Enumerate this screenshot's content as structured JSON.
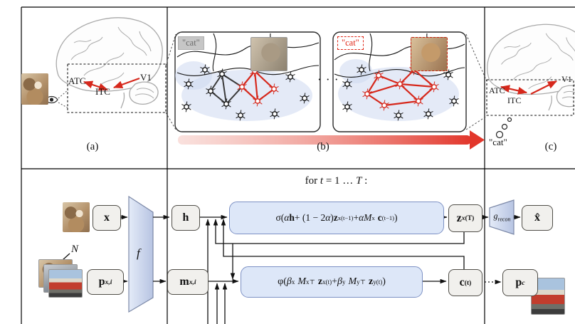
{
  "panel_a": {
    "label": "(a)",
    "atc": "ATC",
    "itc": "ITC",
    "v1": "V1"
  },
  "panel_b": {
    "label": "(b)",
    "tag1": "\"cat\"",
    "tag2": "\"cat\"",
    "dots": "· · ·"
  },
  "panel_c": {
    "label": "(c)",
    "atc": "ATC",
    "itc": "ITC",
    "v1": "V1",
    "speech": "\"cat\""
  },
  "flow": {
    "for_loop": [
      "for ",
      "t",
      " = 1 … ",
      "T",
      " :"
    ],
    "n": "N",
    "x": "x",
    "h": "h",
    "f": "f",
    "xhat": "x̂",
    "p": {
      "main": "p",
      "sub": "x,i"
    },
    "m": {
      "main": "m",
      "sub": "x,i"
    },
    "z": {
      "main": "z",
      "sub": "x",
      "sup": "(T)"
    },
    "c": {
      "main": "c",
      "sup": "(t)"
    },
    "g": {
      "main": "g",
      "sub": "recon"
    },
    "pc": {
      "main": "p",
      "sub": "c"
    },
    "eq1": [
      "σ(",
      "α",
      "h",
      " + (1 − 2",
      "α",
      ")",
      "z",
      "x",
      "(t−1)",
      " + ",
      "α",
      "M",
      "x",
      "c",
      "(t−1)",
      ")"
    ],
    "eq2": [
      "φ(",
      "β",
      "x",
      "M",
      "x",
      "⊤",
      "z",
      "x",
      "(t)",
      " + ",
      "β",
      "y",
      "M",
      "y",
      "⊤",
      "z",
      "y",
      "(t)",
      ")"
    ]
  },
  "colors": {
    "accent_red": "#d6281c",
    "eq_fill": "#dde7f8",
    "eq_border": "#7d91c4"
  }
}
